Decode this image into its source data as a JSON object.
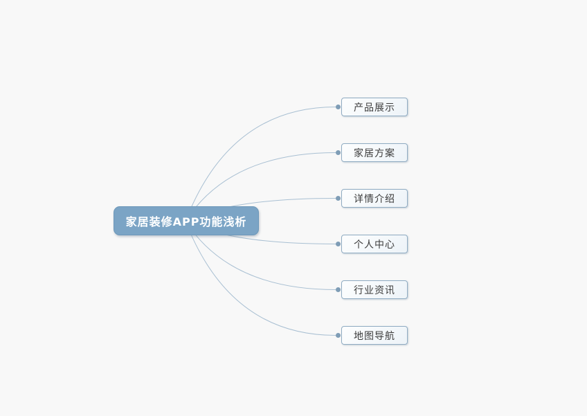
{
  "root": {
    "label": "家居装修APP功能浅析"
  },
  "branches": [
    {
      "label": "产品展示"
    },
    {
      "label": "家居方案"
    },
    {
      "label": "详情介绍"
    },
    {
      "label": "个人中心"
    },
    {
      "label": "行业资讯"
    },
    {
      "label": "地图导航"
    }
  ],
  "colors": {
    "background": "#f8f8f8",
    "root_fill": "#7ba4c5",
    "root_border": "#6d98ba",
    "root_text": "#ffffff",
    "branch_border": "#8fabc2",
    "branch_text": "#3b3b3b",
    "connector": "#a8bfd2",
    "dot": "#7f9db6"
  }
}
